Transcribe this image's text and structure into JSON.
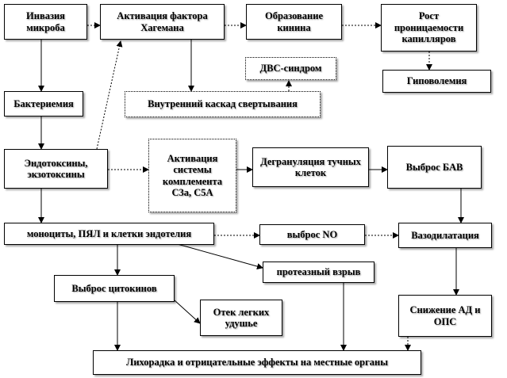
{
  "nodes": {
    "invasion": "Инвазия микроба",
    "hageman": "Активация фактора Хагемана",
    "kinin": "Образование кинина",
    "permeability": "Рост проницаемости капилляров",
    "dic": "ДВС-синдром",
    "hypovolemia": "Гиповолемия",
    "bacteremia": "Бактериемия",
    "internal_cascade": "Внутренний каскад свертывания",
    "toxins": "Эндотоксины, экзотоксины",
    "complement": "Активация системы комплемента С3а, С5А",
    "degranulation": "Дегрануляция тучных клеток",
    "bav": "Выброс БАВ",
    "cells": "моноциты, ПЯЛ и клетки эндотелия",
    "no": "выброс NO",
    "vasodilation": "Вазодилатация",
    "protease": "протеазный взрыв",
    "cytokines": "Выброс цитокинов",
    "edema": "Отек легких удушье",
    "bp": "Снижение АД и ОПС",
    "fever": "Лихорадка и отрицательные эффекты на местные органы"
  }
}
